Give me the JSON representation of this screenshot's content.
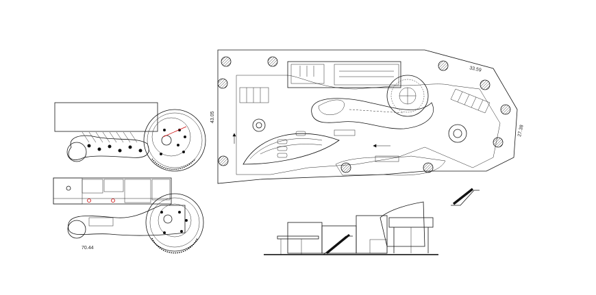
{
  "drawing": {
    "site_plan": {
      "dim_top": "33.59",
      "dim_left": "43.05",
      "dim_right": "27.38"
    },
    "floor_plan_lower": {
      "dim_bottom": "70.44"
    }
  }
}
